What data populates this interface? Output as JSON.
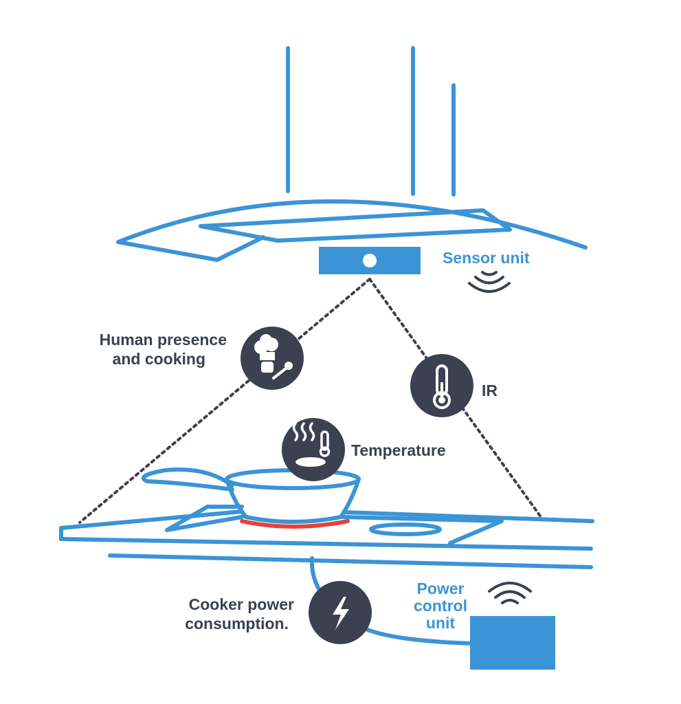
{
  "labels": {
    "sensor_unit": "Sensor unit",
    "human_presence_line1": "Human presence",
    "human_presence_line2": "and cooking",
    "ir": "IR",
    "temperature": "Temperature",
    "cooker_power_line1": "Cooker power",
    "cooker_power_line2": "consumption.",
    "power_control_line1": "Power",
    "power_control_line2": "control",
    "power_control_line3": "unit"
  },
  "icons": {
    "sensor_badges": [
      "chef-spoon-icon",
      "thermometer-icon",
      "steam-thermometer-icon"
    ],
    "power_badge": "lightning-bolt-icon",
    "wireless": [
      "wifi-signal-icon"
    ]
  },
  "colors": {
    "line_blue": "#3b94d6",
    "text_blue": "#3b94d6",
    "badge_dark": "#3b4150",
    "text_dark": "#3b4150",
    "heat_red": "#e8403a",
    "dotted_line": "#3b4150",
    "background": "#ffffff"
  }
}
